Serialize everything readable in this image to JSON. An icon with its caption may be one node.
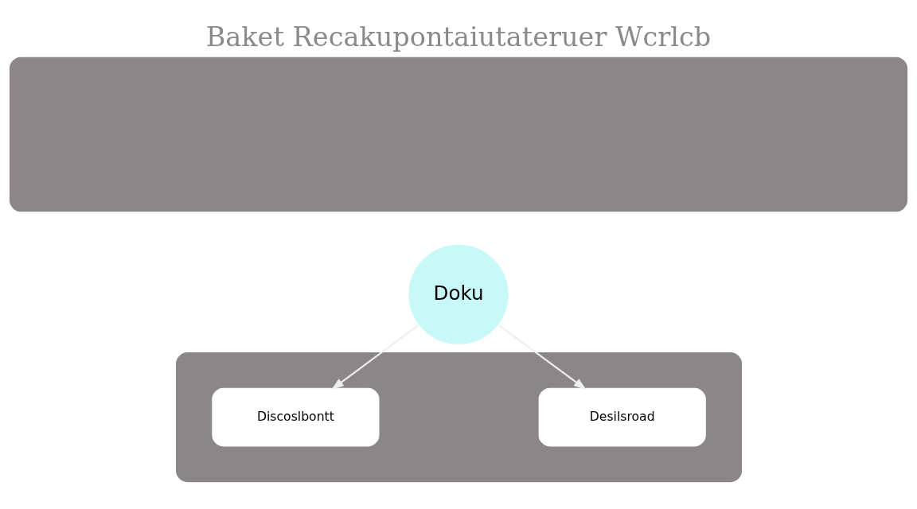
{
  "diagram": {
    "title": "Baket Recakupontaiutateruer Wcrlcb",
    "nodes": [
      {
        "text": [],
        "shape": "box"
      },
      {
        "text": [],
        "shape": "box"
      },
      {
        "text": [
          "Doku"
        ]
      },
      {
        "text": [
          "Desilsroad"
        ],
        "in": 1
      },
      {
        "text": [
          "Discoslbontt"
        ],
        "in": 1
      }
    ],
    "edges": [
      {
        "from": 2,
        "to": 3,
        "arrow": "to"
      },
      {
        "from": 2,
        "to": 4,
        "arrow": "to"
      }
    ]
  }
}
